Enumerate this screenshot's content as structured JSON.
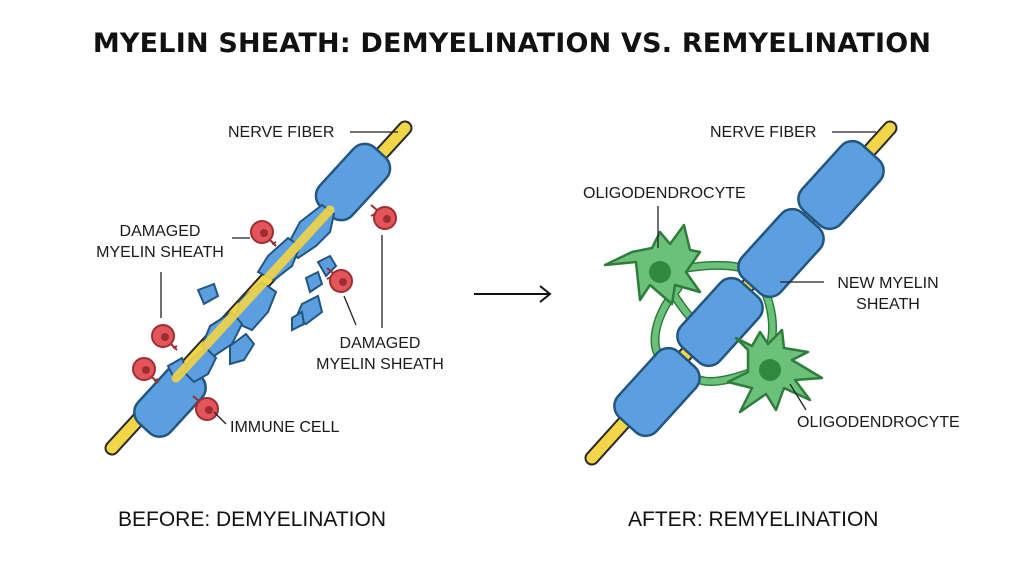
{
  "title": "MYELIN SHEATH: DEMYELINATION VS. REMYELINATION",
  "before": {
    "caption": "BEFORE: DEMYELINATION",
    "nerve_fiber_label": "NERVE FIBER",
    "damaged_left": [
      "DAMAGED",
      "MYELIN SHEATH"
    ],
    "damaged_right": [
      "DAMAGED",
      "MYELIN SHEATH"
    ],
    "immune_cell_label": "IMMUNE CELL"
  },
  "after": {
    "caption": "AFTER: REMYELINATION",
    "nerve_fiber_label": "NERVE FIBER",
    "oligo_top_label": "OLIGODENDROCYTE",
    "new_myelin": [
      "NEW MYELIN",
      "SHEATH"
    ],
    "oligo_bottom_label": "OLIGODENDROCYTE"
  },
  "colors": {
    "axon": "#f3d548",
    "myelin": "#5b9fe0",
    "myelin_outline": "#23567f",
    "immune_cell": "#e4555b",
    "oligodendrocyte": "#6cc17a",
    "oligo_nucleus": "#2f8a3e"
  }
}
